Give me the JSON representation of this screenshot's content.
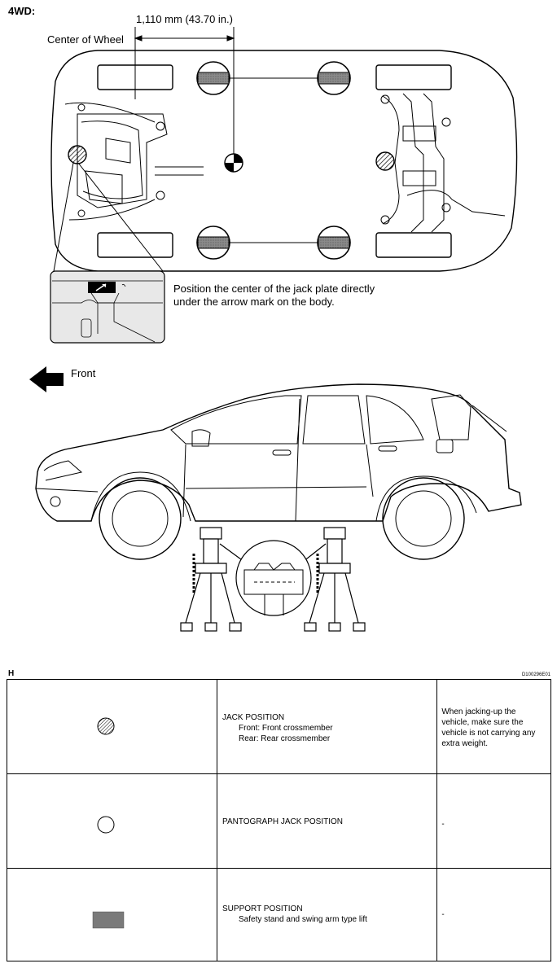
{
  "header": {
    "variant": "4WD:",
    "dimension": "1,110 mm (43.70 in.)",
    "center_label": "Center of Wheel"
  },
  "top_view": {
    "callout_text_line1": "Position the center of the jack plate directly",
    "callout_text_line2": "under the arrow mark on the body."
  },
  "side_view": {
    "front_label": "Front"
  },
  "legend_bar": {
    "left": "H",
    "right": "D100296E01"
  },
  "legend": {
    "rows": [
      {
        "symbol": "hatched-circle-icon",
        "title": "JACK POSITION",
        "line2": "Front: Front crossmember",
        "line3": "Rear: Rear crossmember",
        "note": "When jacking-up the vehicle, make sure the vehicle is not carrying any extra weight."
      },
      {
        "symbol": "open-circle-icon",
        "title": "PANTOGRAPH JACK POSITION",
        "line2": "",
        "line3": "",
        "note": "-"
      },
      {
        "symbol": "gray-rectangle-icon",
        "title": "SUPPORT POSITION",
        "line2": "Safety stand and swing arm type lift",
        "line3": "",
        "note": "-"
      }
    ]
  },
  "colors": {
    "hatch": "#000000",
    "support_fill": "#7a7a7a",
    "callout_bg": "#e8e8e8"
  }
}
